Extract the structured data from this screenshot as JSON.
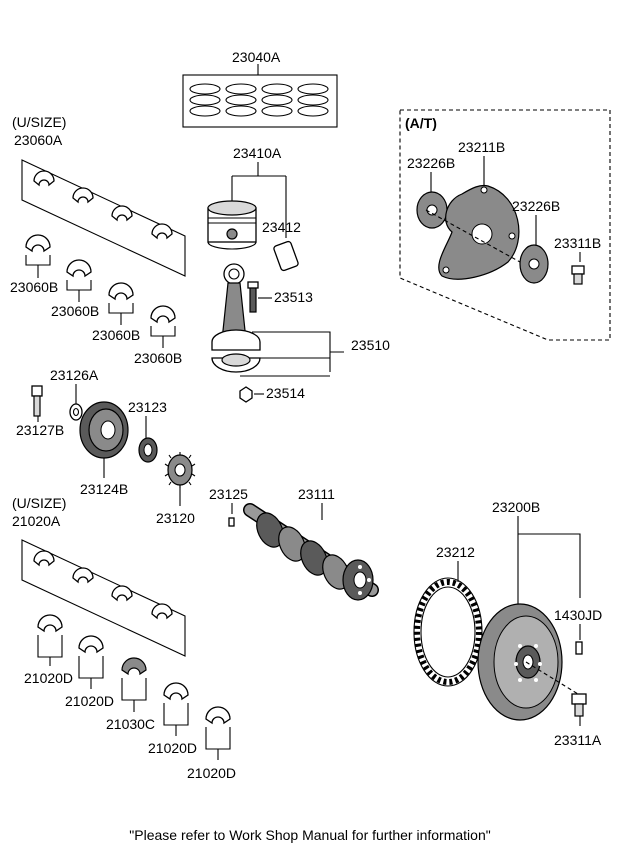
{
  "labels": {
    "p23040A": "23040A",
    "p23060A_us": "(U/SIZE)",
    "p23060A": "23060A",
    "p23410A": "23410A",
    "p23412": "23412",
    "p23060B_1": "23060B",
    "p23060B_2": "23060B",
    "p23060B_3": "23060B",
    "p23060B_4": "23060B",
    "p23513": "23513",
    "p23510": "23510",
    "p23514": "23514",
    "at": "(A/T)",
    "p23211B": "23211B",
    "p23226B_1": "23226B",
    "p23226B_2": "23226B",
    "p23311B": "23311B",
    "p23126A": "23126A",
    "p23127B": "23127B",
    "p23123": "23123",
    "p23124B": "23124B",
    "p23120": "23120",
    "p21020A_us": "(U/SIZE)",
    "p21020A": "21020A",
    "p23125": "23125",
    "p23111": "23111",
    "p23200B": "23200B",
    "p23212": "23212",
    "p1430JD": "1430JD",
    "p21020D_1": "21020D",
    "p21020D_2": "21020D",
    "p21030C": "21030C",
    "p21020D_3": "21020D",
    "p21020D_4": "21020D",
    "p23311A": "23311A"
  },
  "footer": "\"Please refer to Work Shop Manual for further information\"",
  "colors": {
    "line": "#000000",
    "shade": "#8a8a8a",
    "background": "#ffffff"
  }
}
